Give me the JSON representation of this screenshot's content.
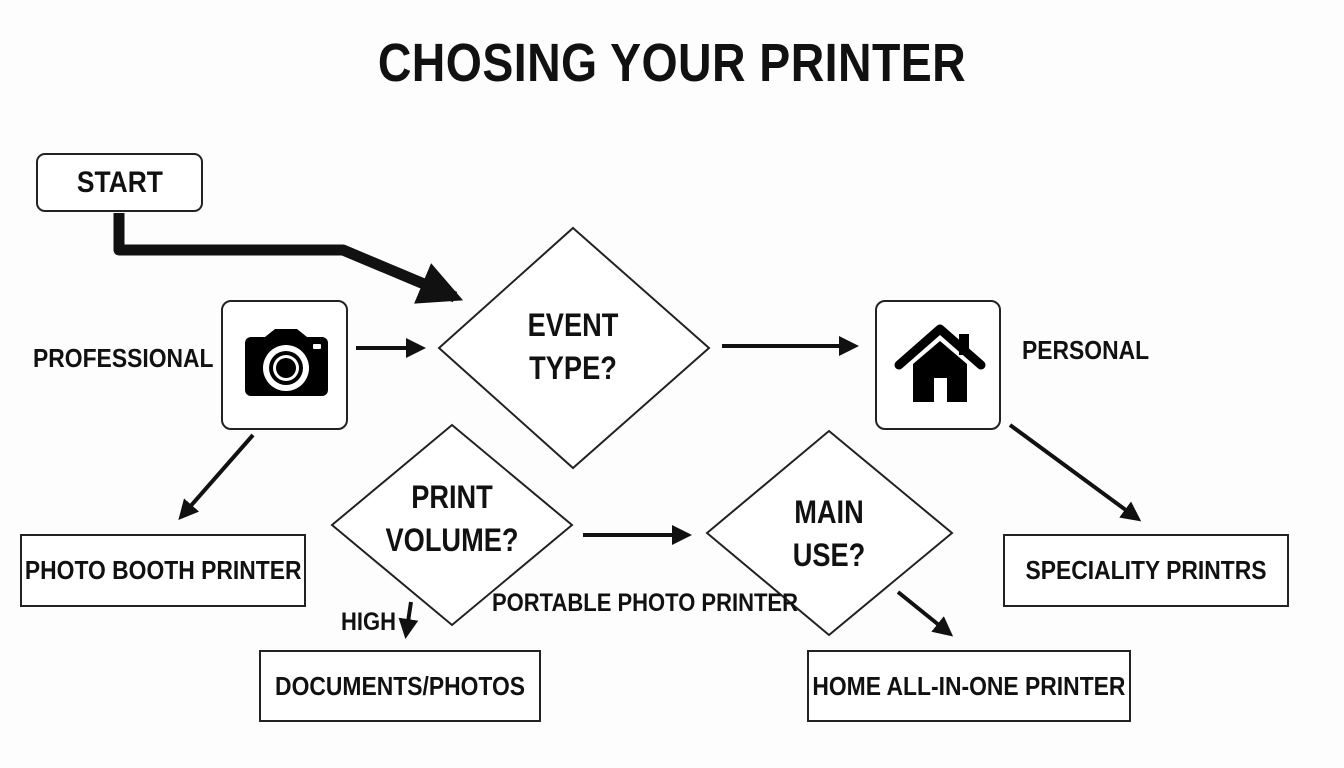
{
  "title": "CHOSING YOUR PRINTER",
  "nodes": {
    "start": "START",
    "event_type": [
      "EVENT",
      "TYPE?"
    ],
    "print_volume": [
      "PRINT",
      "VOLUME?"
    ],
    "main_use": [
      "MAIN",
      "USE?"
    ],
    "photo_booth": "PHOTO BOOTH PRINTER",
    "documents_photos": "DOCUMENTS/PHOTOS",
    "home_all_in_one": "HOME ALL-IN-ONE PRINTER",
    "speciality": "SPECIALITY PRINTRS"
  },
  "labels": {
    "professional": "PROFESSIONAL",
    "personal": "PERSONAL",
    "high": "HIGH",
    "portable": "PORTABLE PHOTO PRINTER"
  },
  "icons": {
    "professional": "camera-icon",
    "personal": "house-icon"
  },
  "colors": {
    "line": "#111111",
    "border": "#222222",
    "background": "#fdfdfd"
  }
}
